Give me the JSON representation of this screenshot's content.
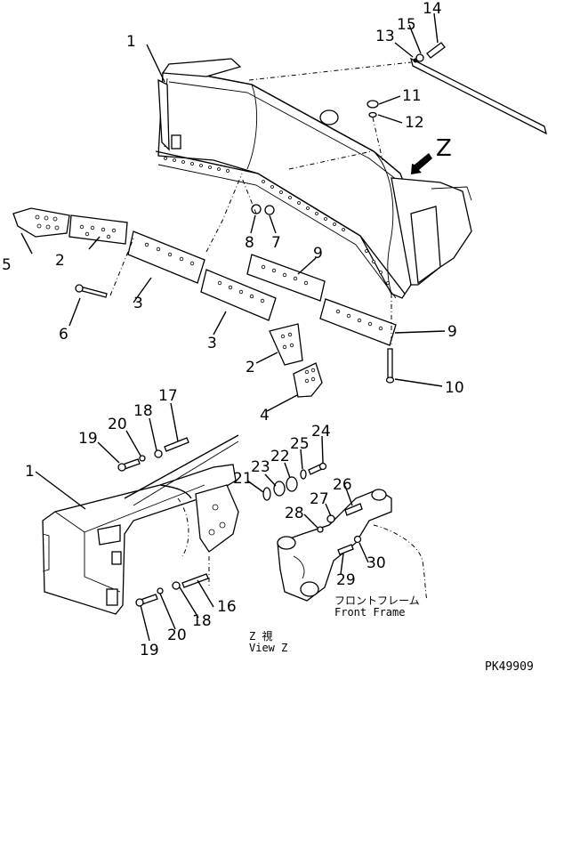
{
  "callouts": {
    "c1a": "1",
    "c2a": "2",
    "c3a": "3",
    "c5": "5",
    "c6": "6",
    "c3b": "3",
    "c2b": "2",
    "c4": "4",
    "c7": "7",
    "c8": "8",
    "c9a": "9",
    "c9b": "9",
    "c10": "10",
    "c11": "11",
    "c12": "12",
    "c13": "13",
    "c14": "14",
    "c15": "15",
    "cz": "Z",
    "c1b": "1",
    "c17": "17",
    "c18a": "18",
    "c20a": "20",
    "c19a": "19",
    "c16": "16",
    "c18b": "18",
    "c20b": "20",
    "c19b": "19",
    "c21": "21",
    "c23": "23",
    "c22": "22",
    "c25": "25",
    "c24": "24",
    "c26": "26",
    "c27": "27",
    "c28": "28",
    "c29": "29",
    "c30": "30"
  },
  "labels": {
    "front_frame_jp": "フロントフレーム",
    "front_frame_en": "Front Frame",
    "view_z_jp": "Z  視",
    "view_z_en": "View Z",
    "drawing_code": "PK49909"
  },
  "icons": {
    "view_arrow": "view-direction-arrow-icon"
  }
}
